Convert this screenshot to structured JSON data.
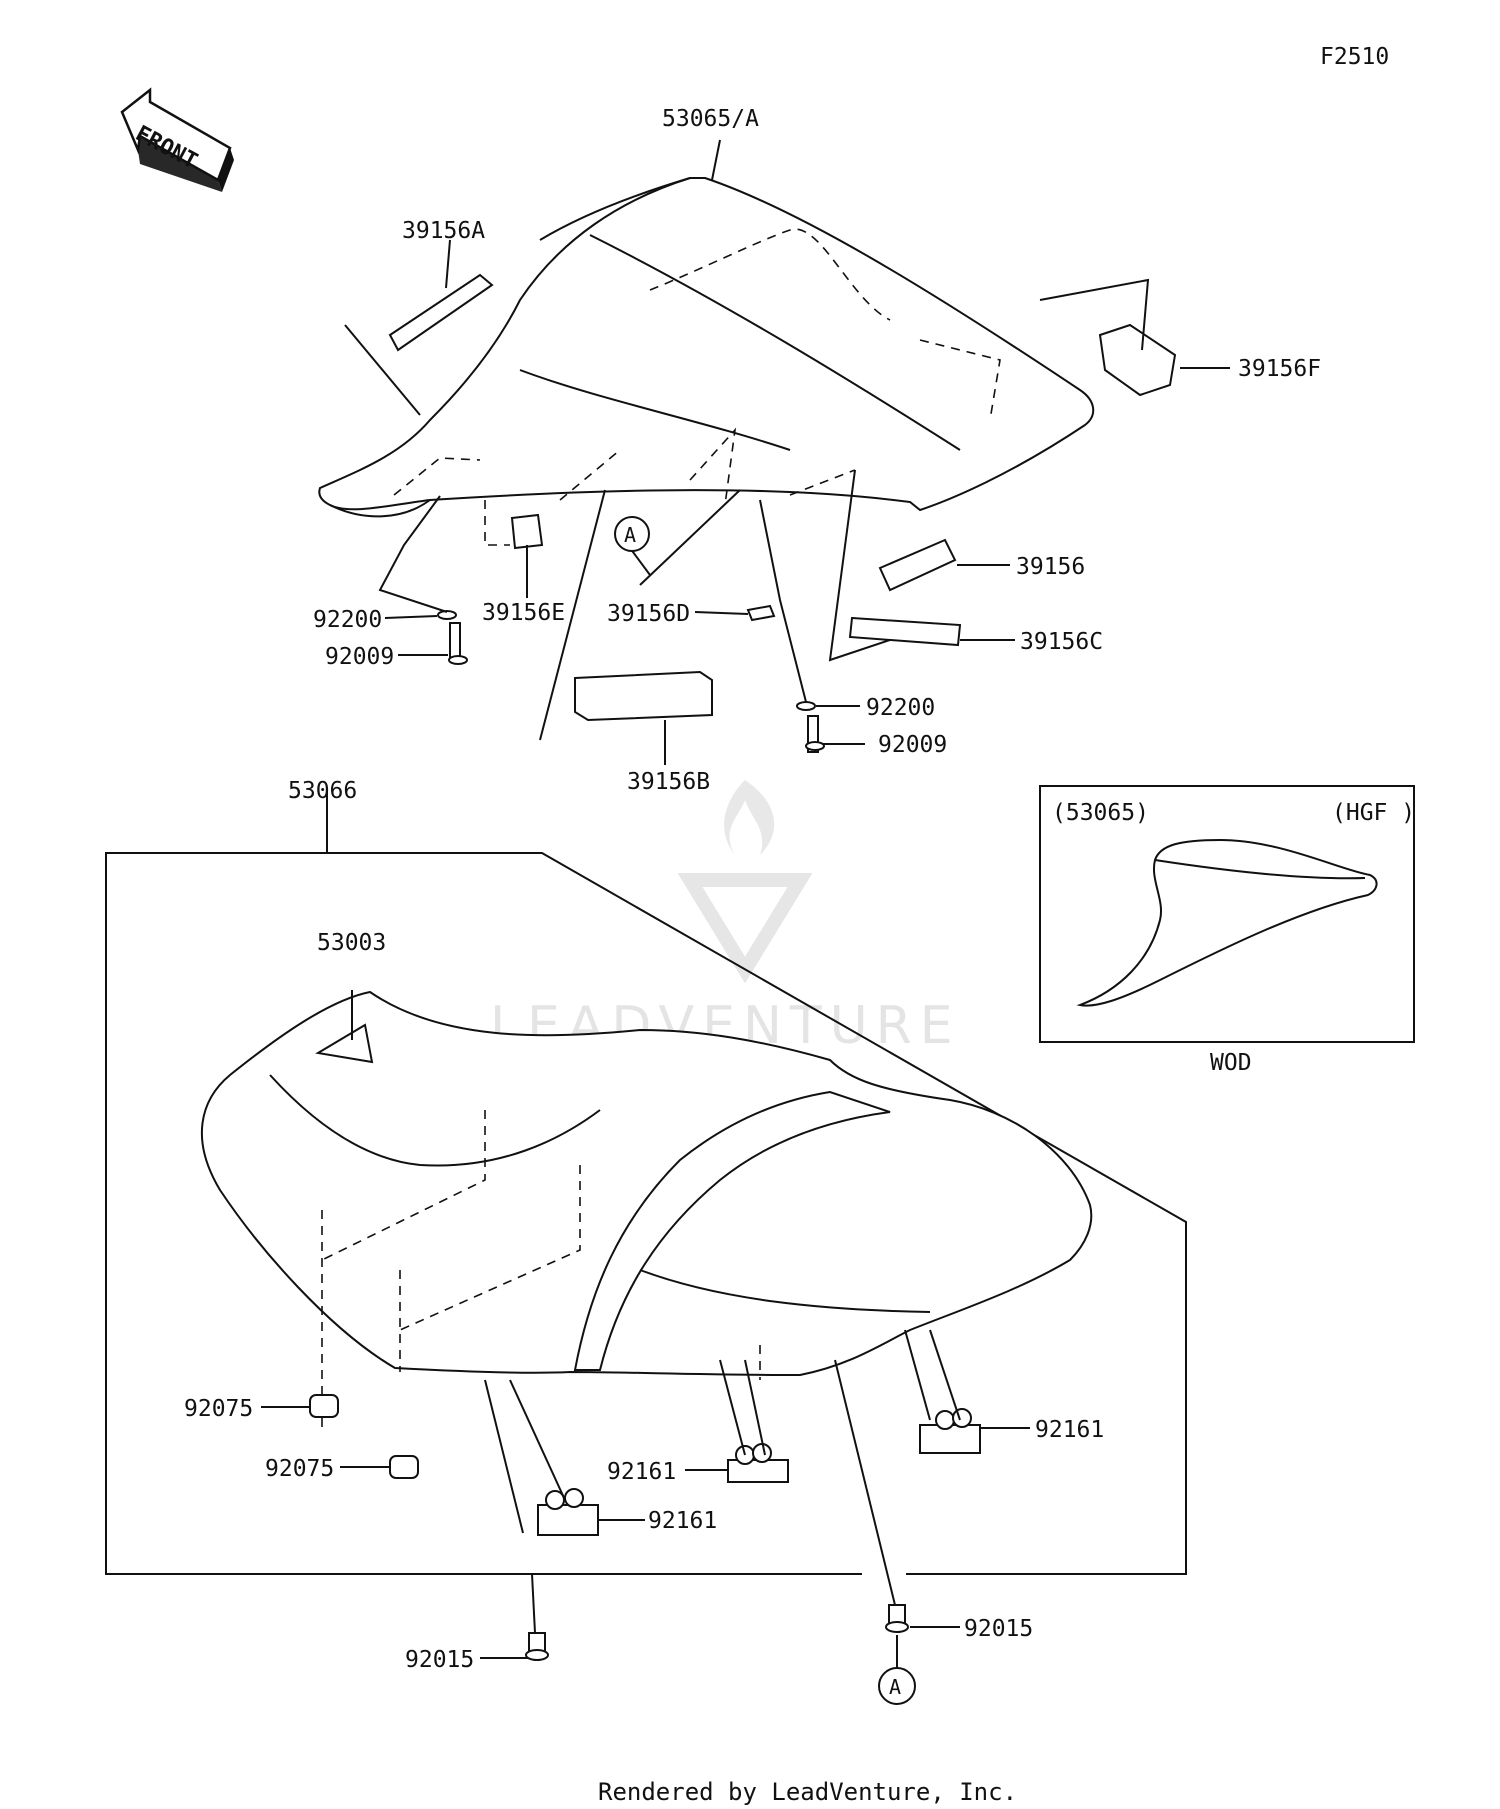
{
  "figure_code": "F2510",
  "front_arrow_label": "FRONT",
  "watermark": "LEADVENTURE",
  "footer": "Rendered by LeadVenture, Inc.",
  "inset": {
    "part_ref": "(53065)",
    "variant": "(HGF )",
    "caption": "WOD"
  },
  "callouts": {
    "c_53065a": "53065/A",
    "c_39156a": "39156A",
    "c_39156f": "39156F",
    "c_39156": "39156",
    "c_39156c": "39156C",
    "c_39156d": "39156D",
    "c_39156e": "39156E",
    "c_39156b": "39156B",
    "c_92200_l": "92200",
    "c_92009_l": "92009",
    "c_92200_r": "92200",
    "c_92009_r": "92009",
    "c_53066": "53066",
    "c_53003": "53003",
    "c_92075_a": "92075",
    "c_92075_b": "92075",
    "c_92161_a": "92161",
    "c_92161_b": "92161",
    "c_92161_c": "92161",
    "c_92015_l": "92015",
    "c_92015_r": "92015",
    "ref_a_top": "A",
    "ref_a_bottom": "A"
  }
}
